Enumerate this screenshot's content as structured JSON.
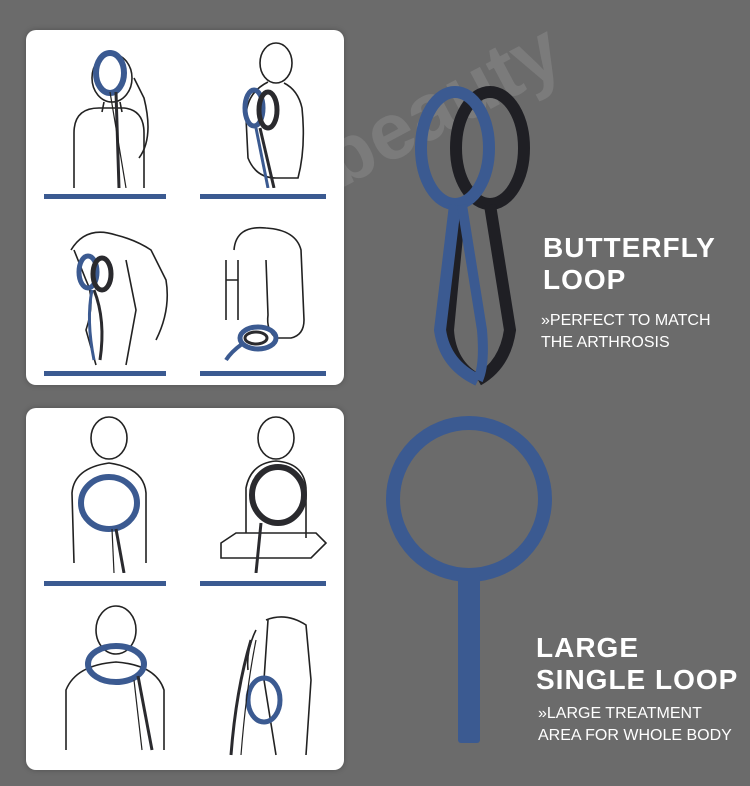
{
  "butterfly": {
    "title_line1": "BUTTERFLY",
    "title_line2": "LOOP",
    "description": "»PERFECT TO MATCH\n THE ARTHROSIS"
  },
  "single": {
    "title_line1": "LARGE",
    "title_line2": "SINGLE LOOP",
    "description": "»LARGE TREATMENT\nAREA FOR WHOLE BODY"
  },
  "watermark": "Sokingbeauty",
  "colors": {
    "background": "#6b6b6b",
    "loop_blue": "#3b5a91",
    "loop_dark": "#2a2a2e",
    "accent_bar": "#3b5a91"
  },
  "icons": [
    "figure-ear-loop-icon",
    "figure-shoulder-loop-icon",
    "figure-knee-loop-icon",
    "figure-foot-loop-icon",
    "figure-chest-loop-icon",
    "figure-back-loop-icon",
    "figure-neck-loop-icon",
    "figure-leg-loop-icon"
  ]
}
